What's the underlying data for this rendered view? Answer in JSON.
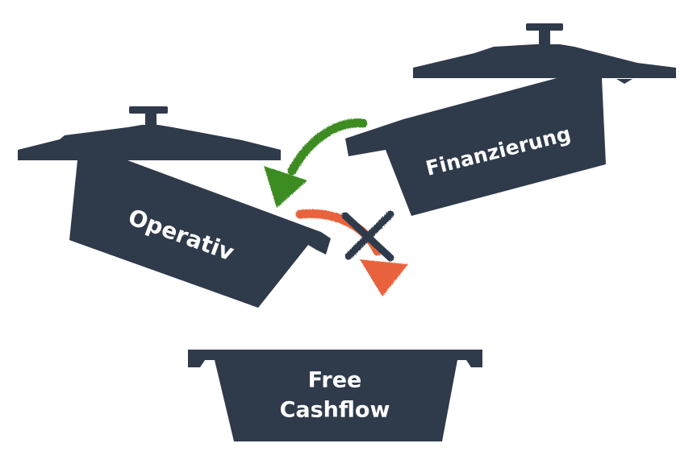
{
  "pots": {
    "operativ": {
      "label": "Operativ"
    },
    "finanzierung": {
      "label": "Finanzierung"
    },
    "free_cashflow": {
      "line1": "Free",
      "line2": "Cashflow"
    }
  },
  "arrows": {
    "allowed": {
      "from": "Finanzierung",
      "to": "Operativ",
      "color": "#3c8c24"
    },
    "blocked": {
      "from": "Operativ",
      "to": "Free Cashflow",
      "color": "#e8643c",
      "cross_color": "#2f3a4b"
    }
  },
  "colors": {
    "pot": "#2f3a4b",
    "label": "#ffffff",
    "background": "#ffffff"
  }
}
